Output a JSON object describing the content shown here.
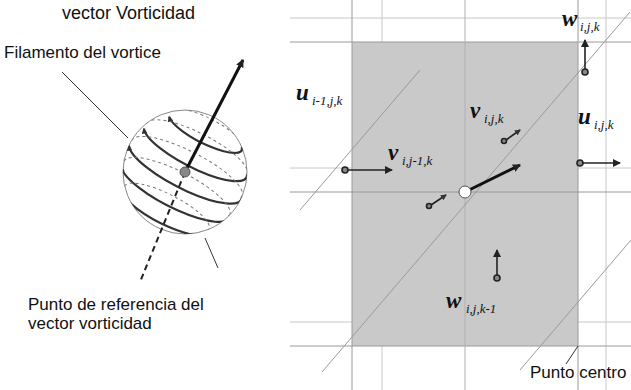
{
  "diagram": {
    "labels": [
      "vector Vorticidad",
      "Filamento del vortice",
      "Punto de referencia del vector vorticidad",
      "w",
      "i,j,k",
      "u",
      "i-1,j,k",
      "v",
      "i,j,k",
      "u",
      "i,j,k",
      "v",
      "i,j-1,k",
      "w",
      "i,j,k-1",
      "Punto centro"
    ]
  }
}
